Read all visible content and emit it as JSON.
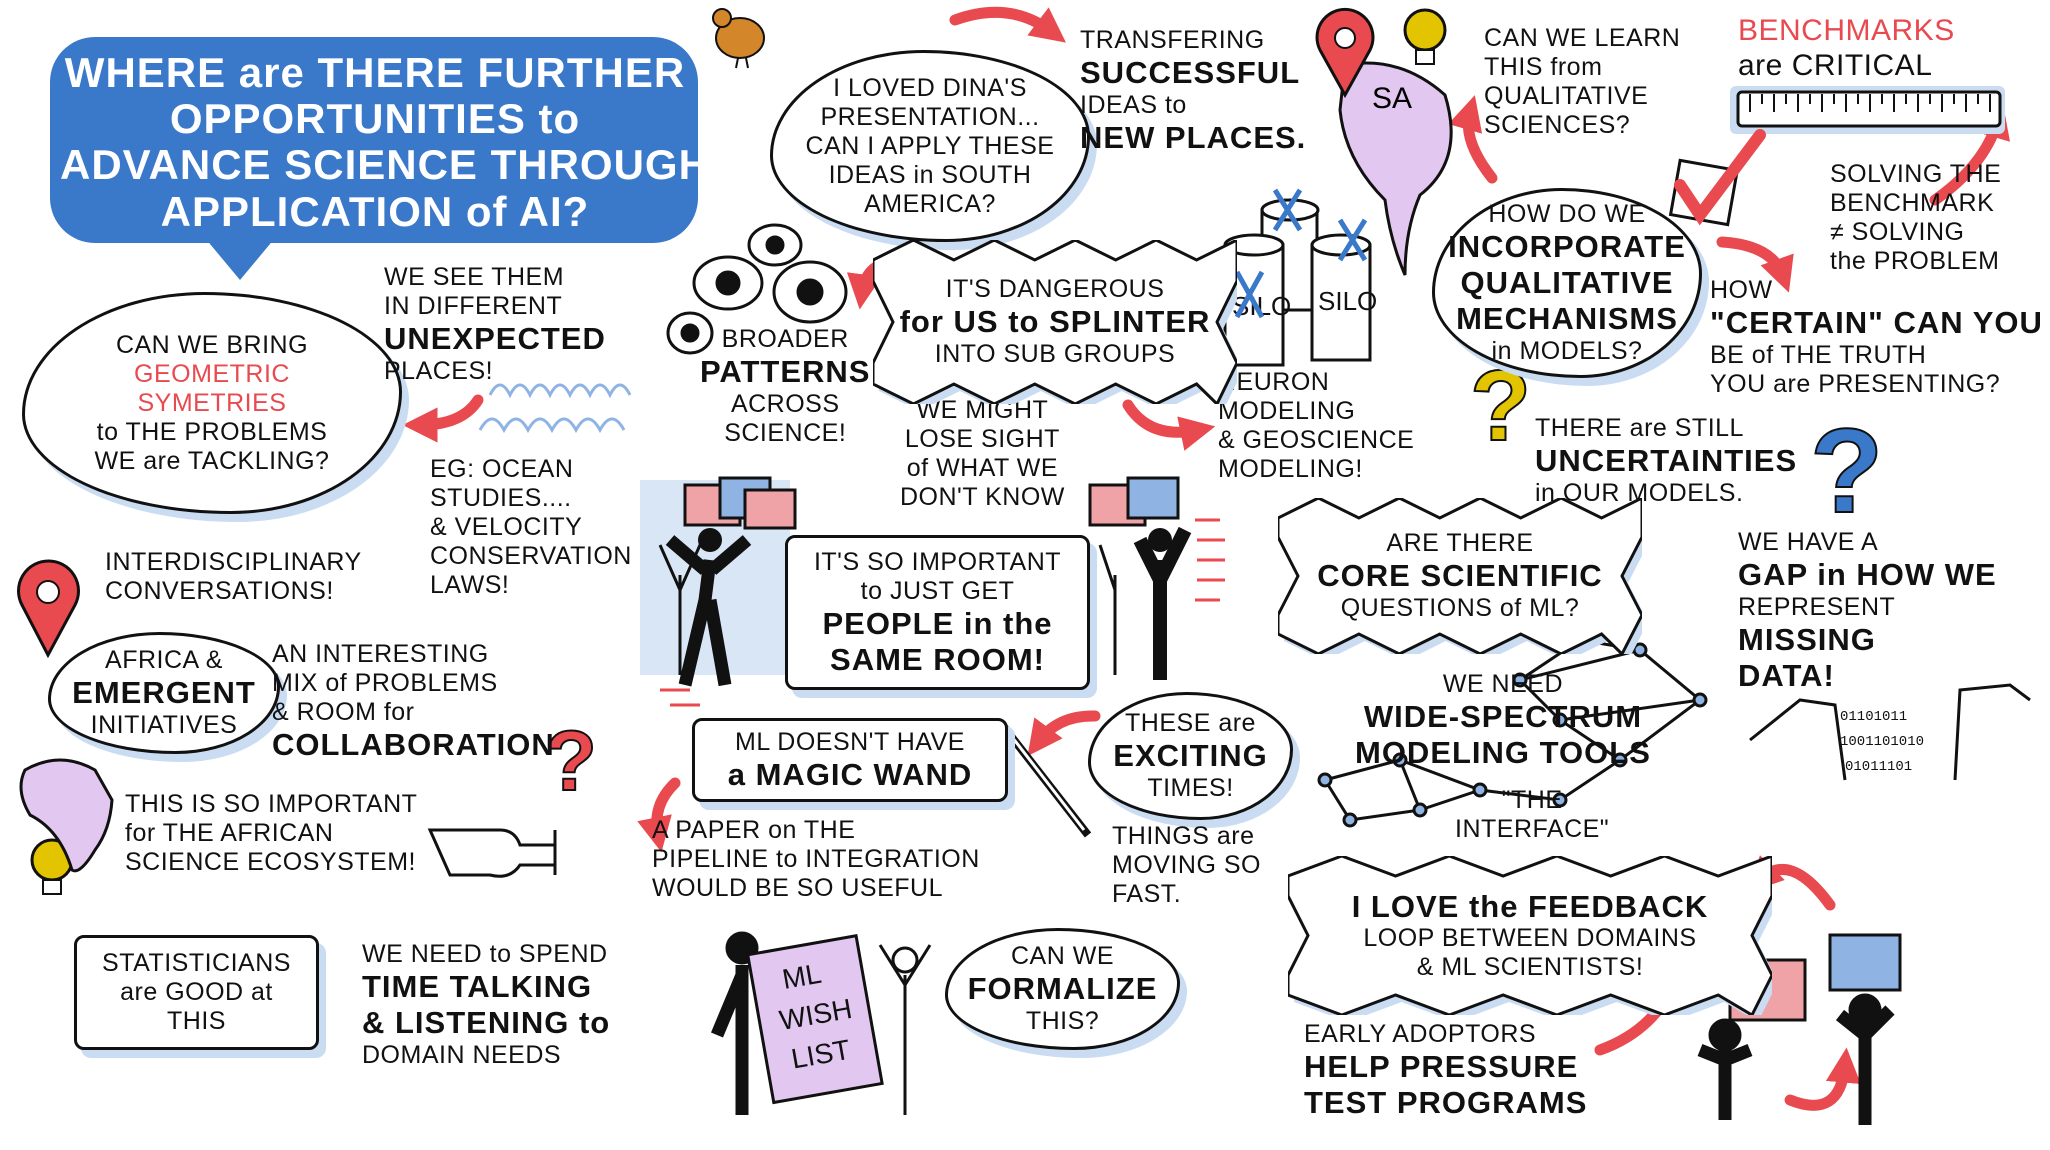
{
  "title": {
    "lines": [
      "WHERE are THERE FURTHER",
      "OPPORTUNITIES to",
      "ADVANCE SCIENCE THROUGH the",
      "APPLICATION of AI?"
    ]
  },
  "notes": {
    "dina": [
      "I LOVED DINA'S",
      "PRESENTATION...",
      "CAN I APPLY THESE",
      "IDEAS in SOUTH",
      "AMERICA?"
    ],
    "transfering": [
      "TRANSFERING",
      "SUCCESSFUL",
      "IDEAS to",
      "NEW PLACES."
    ],
    "learn": [
      "CAN WE LEARN",
      "THIS from",
      "QUALITATIVE",
      "SCIENCES?"
    ],
    "benchmarks": [
      "BENCHMARKS",
      "are CRITICAL"
    ],
    "solving": [
      "SOLVING THE",
      "BENCHMARK",
      "≠ SOLVING",
      "the PROBLEM"
    ],
    "incorporate": [
      "HOW DO WE",
      "INCORPORATE",
      "QUALITATIVE",
      "MECHANISMS",
      "in MODELS?"
    ],
    "certain": [
      "HOW",
      "\"CERTAIN\" CAN YOU",
      "BE of THE TRUTH",
      "YOU are PRESENTING?"
    ],
    "uncertainties": [
      "THERE are STILL",
      "UNCERTAINTIES",
      "in OUR MODELS."
    ],
    "geometric": [
      "CAN WE BRING",
      "GEOMETRIC",
      "SYMETRIES",
      "to THE PROBLEMS",
      "WE are TACKLING?"
    ],
    "seethem": [
      "WE SEE THEM",
      "IN DIFFERENT",
      "UNEXPECTED",
      "PLACES!"
    ],
    "ocean": [
      "EG: OCEAN",
      "STUDIES....",
      "& VELOCITY",
      "CONSERVATION",
      "LAWS!"
    ],
    "patterns": [
      "BROADER",
      "PATTERNS",
      "ACROSS",
      "SCIENCE!"
    ],
    "dangerous": [
      "IT'S DANGEROUS",
      "for US to SPLINTER",
      "INTO SUB GROUPS"
    ],
    "losesight": [
      "WE MIGHT",
      "LOSE SIGHT",
      "of WHAT WE",
      "DON'T KNOW"
    ],
    "neuron": [
      "NEURON",
      "MODELING",
      "& GEOSCIENCE",
      "MODELING!"
    ],
    "sameroom": [
      "IT'S SO IMPORTANT",
      "to JUST GET",
      "PEOPLE in the",
      "SAME ROOM!"
    ],
    "interdisciplinary": [
      "INTERDISCIPLINARY",
      "CONVERSATIONS!"
    ],
    "africa": [
      "AFRICA &",
      "EMERGENT",
      "INITIATIVES"
    ],
    "mix": [
      "AN INTERESTING",
      "MIX of PROBLEMS",
      "& ROOM for",
      "COLLABORATION"
    ],
    "ecosystem": [
      "THIS IS SO IMPORTANT",
      "for THE AFRICAN",
      "SCIENCE ECOSYSTEM!"
    ],
    "magicwand": [
      "ML DOESN'T HAVE",
      "a MAGIC WAND"
    ],
    "paper": [
      "A PAPER on THE",
      "PIPELINE to INTEGRATION",
      "WOULD BE SO USEFUL"
    ],
    "exciting": [
      "THESE are",
      "EXCITING",
      "TIMES!"
    ],
    "fast": [
      "THINGS are",
      "MOVING SO",
      "FAST."
    ],
    "core": [
      "ARE THERE",
      "CORE SCIENTIFIC",
      "QUESTIONS of ML?"
    ],
    "widespectrum": [
      "WE NEED",
      "WIDE-SPECTRUM",
      "MODELING TOOLS"
    ],
    "interface": [
      "\"THE",
      "INTERFACE\""
    ],
    "gap": [
      "WE HAVE A",
      "GAP in HOW WE",
      "REPRESENT",
      "MISSING",
      "DATA!"
    ],
    "feedback": [
      "I LOVE the FEEDBACK",
      "LOOP BETWEEN DOMAINS",
      "& ML SCIENTISTS!"
    ],
    "early": [
      "EARLY ADOPTORS",
      "HELP PRESSURE",
      "TEST PROGRAMS"
    ],
    "statisticians": [
      "STATISTICIANS",
      "are GOOD at",
      "THIS"
    ],
    "spend": [
      "WE NEED to SPEND",
      "TIME TALKING",
      "& LISTENING to",
      "DOMAIN NEEDS"
    ],
    "formalize": [
      "CAN WE",
      "FORMALIZE",
      "THIS?"
    ]
  },
  "icons": {
    "sa_label": "SA",
    "silo_labels": [
      "SILO",
      "SILO"
    ],
    "wish_list": [
      "ML",
      "WISH",
      "LIST"
    ],
    "binary": [
      "01101011",
      "1001101010",
      "01011101"
    ],
    "names": [
      "hen-icon",
      "map-pin-icon",
      "south-america-map-icon",
      "lightbulb-icon",
      "ruler-icon",
      "checkbox-icon",
      "question-mark-icon",
      "eyes-icon",
      "silo-icon",
      "wave-scribble-icon",
      "people-icon",
      "speech-bubble-icon",
      "africa-map-icon",
      "pointing-hand-icon",
      "magic-wand-icon",
      "network-icon",
      "cliff-icon",
      "wish-list-icon",
      "arrow-icon"
    ]
  },
  "colors": {
    "blue": "#3a78c9",
    "red": "#e84a4f",
    "highlight": "#c9dcf2",
    "purple": "#e2c8f0",
    "yellow": "#e2c400",
    "pink": "#f0a3a6",
    "ink": "#111111"
  }
}
